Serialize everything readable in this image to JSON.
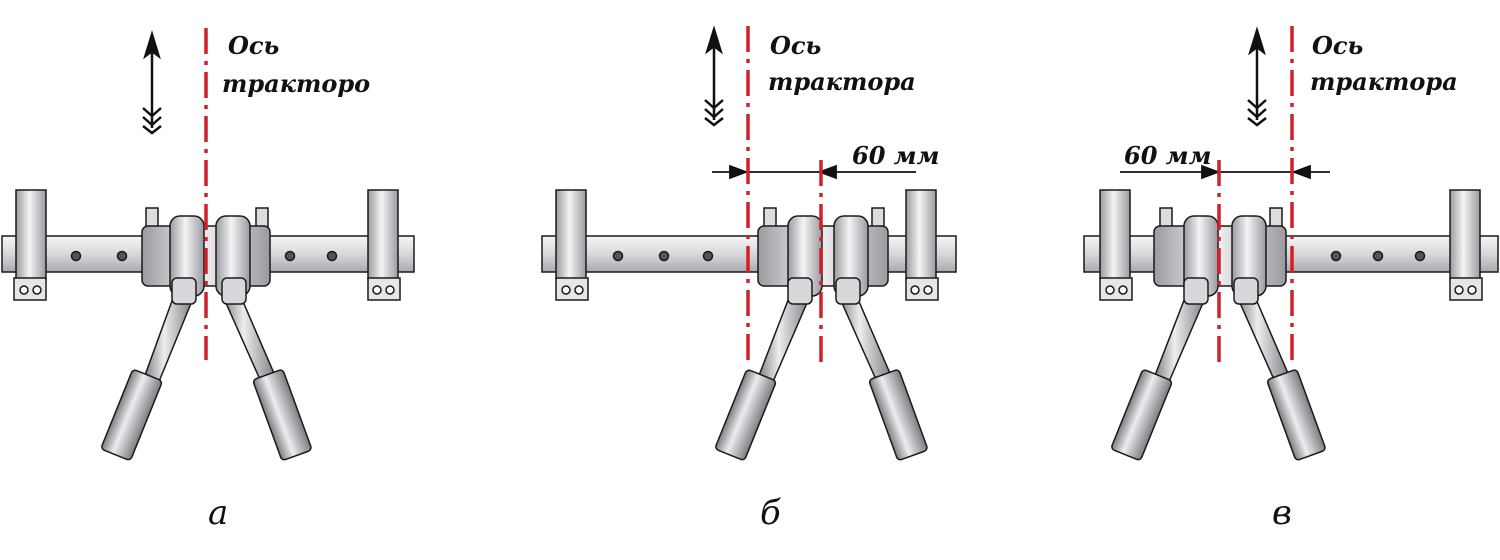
{
  "colors": {
    "axis_line": "#d0202a",
    "metal_light": "#e8e8ea",
    "metal_mid": "#c8c8cc",
    "metal_dark": "#8a8a90",
    "outline": "#1a1a1a"
  },
  "icons": [
    "direction-arrow-icon"
  ],
  "panels": [
    {
      "axis_line1": "Ось",
      "axis_line2": "тракторо",
      "dimension": "",
      "caption": "а"
    },
    {
      "axis_line1": "Ось",
      "axis_line2": "трактора",
      "dimension": "60 мм",
      "caption": "б"
    },
    {
      "axis_line1": "Ось",
      "axis_line2": "трактора",
      "dimension": "60 мм",
      "caption": "в"
    }
  ]
}
